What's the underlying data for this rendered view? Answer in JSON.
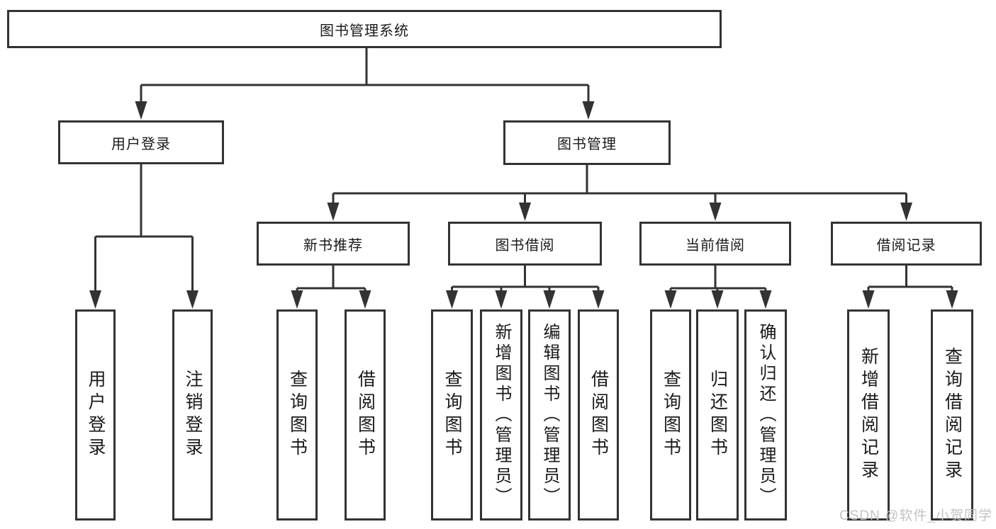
{
  "tree": {
    "root": {
      "label": "图书管理系统"
    },
    "branches": [
      {
        "label": "用户登录",
        "children": [
          {
            "label": "用户登录"
          },
          {
            "label": "注销登录"
          }
        ]
      },
      {
        "label": "图书管理",
        "children": [
          {
            "label": "新书推荐",
            "children": [
              {
                "label": "查询图书"
              },
              {
                "label": "借阅图书"
              }
            ]
          },
          {
            "label": "图书借阅",
            "children": [
              {
                "label": "查询图书"
              },
              {
                "label": "新增图书（管理员）"
              },
              {
                "label": "编辑图书（管理员）"
              },
              {
                "label": "借阅图书"
              }
            ]
          },
          {
            "label": "当前借阅",
            "children": [
              {
                "label": "查询图书"
              },
              {
                "label": "归还图书"
              },
              {
                "label": "确认归还（管理员）"
              }
            ]
          },
          {
            "label": "借阅记录",
            "children": [
              {
                "label": "新增借阅记录"
              },
              {
                "label": "查询借阅记录"
              }
            ]
          }
        ]
      }
    ]
  },
  "watermark": "CSDN @软件_小贺同学",
  "colors": {
    "line": "#333333",
    "text": "#1a1a1a",
    "watermark": "#c3c3c3",
    "background": "#ffffff"
  }
}
